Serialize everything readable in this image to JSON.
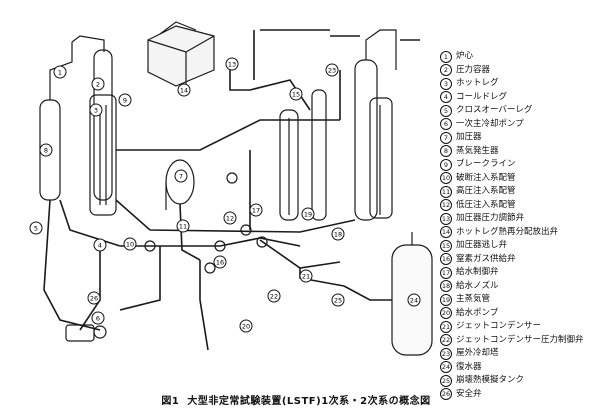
{
  "legend": [
    {
      "n": "1",
      "label": "炉心"
    },
    {
      "n": "2",
      "label": "圧力容器"
    },
    {
      "n": "3",
      "label": "ホットレグ"
    },
    {
      "n": "4",
      "label": "コールドレグ"
    },
    {
      "n": "5",
      "label": "クロスオーバーレグ"
    },
    {
      "n": "6",
      "label": "一次主冷却ポンプ"
    },
    {
      "n": "7",
      "label": "加圧器"
    },
    {
      "n": "8",
      "label": "蒸気発生器"
    },
    {
      "n": "9",
      "label": "ブレークライン"
    },
    {
      "n": "10",
      "label": "破断注入系配管"
    },
    {
      "n": "11",
      "label": "高圧注入系配管"
    },
    {
      "n": "12",
      "label": "低圧注入系配管"
    },
    {
      "n": "13",
      "label": "加圧器圧力調節弁"
    },
    {
      "n": "14",
      "label": "ホットレグ熱再分配放出弁"
    },
    {
      "n": "15",
      "label": "加圧器逃し弁"
    },
    {
      "n": "16",
      "label": "窒素ガス供給弁"
    },
    {
      "n": "17",
      "label": "給水制御弁"
    },
    {
      "n": "18",
      "label": "給水ノズル"
    },
    {
      "n": "19",
      "label": "主蒸気管"
    },
    {
      "n": "20",
      "label": "給水ポンプ"
    },
    {
      "n": "21",
      "label": "ジェットコンデンサー"
    },
    {
      "n": "22",
      "label": "ジェットコンデンサー圧力制御弁"
    },
    {
      "n": "23",
      "label": "屋外冷却塔"
    },
    {
      "n": "24",
      "label": "復水器"
    },
    {
      "n": "25",
      "label": "崩壊熱模擬タンク"
    },
    {
      "n": "26",
      "label": "安全弁"
    }
  ],
  "caption": {
    "fig": "図1",
    "text": "大型非定常試験装置(LSTF)1次系・2次系の概念図"
  },
  "callouts": [
    "1",
    "2",
    "3",
    "4",
    "5",
    "6",
    "7",
    "8",
    "9",
    "10",
    "11",
    "12",
    "13",
    "14",
    "15",
    "16",
    "17",
    "18",
    "19",
    "20",
    "21",
    "22",
    "23",
    "24",
    "25",
    "26"
  ]
}
